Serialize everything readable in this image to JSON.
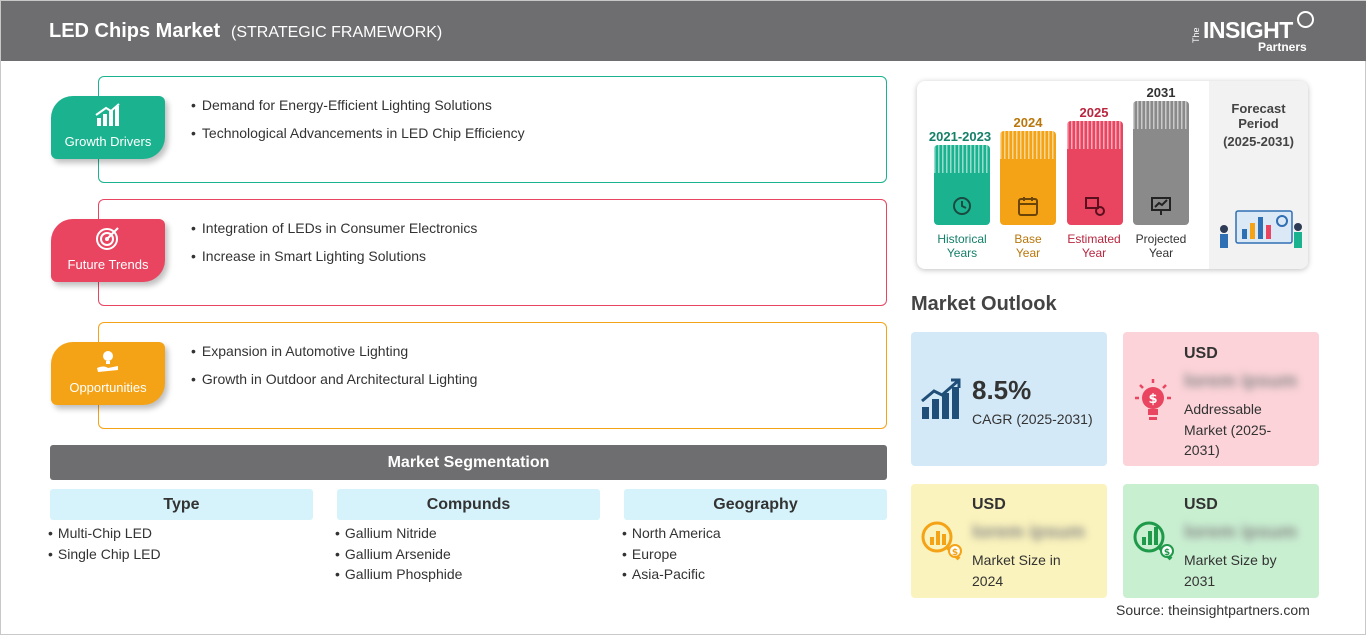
{
  "header": {
    "title": "LED Chips Market",
    "subtitle": "(STRATEGIC FRAMEWORK)",
    "logo": {
      "the": "The",
      "insight": "INSIGHT",
      "partners": "Partners"
    }
  },
  "factors": {
    "growth_drivers": {
      "label": "Growth Drivers",
      "color": "#1bb38f",
      "items": [
        "Demand for Energy-Efficient Lighting Solutions",
        "Technological Advancements in LED Chip Efficiency"
      ]
    },
    "future_trends": {
      "label": "Future Trends",
      "color": "#e94560",
      "items": [
        "Integration of LEDs in Consumer Electronics",
        "Increase in Smart Lighting Solutions"
      ]
    },
    "opportunities": {
      "label": "Opportunities",
      "color": "#f5a316",
      "items": [
        "Expansion in Automotive Lighting",
        "Growth in Outdoor and Architectural Lighting"
      ]
    }
  },
  "segmentation": {
    "title": "Market Segmentation",
    "columns": [
      {
        "header": "Type",
        "items": [
          "Multi-Chip LED",
          "Single Chip LED"
        ]
      },
      {
        "header": "Compunds",
        "items": [
          "Gallium Nitride",
          "Gallium Arsenide",
          "Gallium Phosphide"
        ]
      },
      {
        "header": "Geography",
        "items": [
          "North America",
          "Europe",
          "Asia-Pacific"
        ]
      }
    ]
  },
  "forecast": {
    "bars": [
      {
        "year": "2021-2023",
        "label1": "Historical",
        "label2": "Years",
        "color": "#1bb38f",
        "text_color": "#15806a",
        "icon": "clock-history-icon"
      },
      {
        "year": "2024",
        "label1": "Base",
        "label2": "Year",
        "color": "#f5a316",
        "text_color": "#b9770c",
        "icon": "calendar-icon"
      },
      {
        "year": "2025",
        "label1": "Estimated",
        "label2": "Year",
        "color": "#e94560",
        "text_color": "#b8263f",
        "icon": "estimate-icon"
      },
      {
        "year": "2031",
        "label1": "Projected",
        "label2": "Year",
        "color": "#8a8a8a",
        "text_color": "#333333",
        "icon": "presentation-icon"
      }
    ],
    "period_title": "Forecast Period",
    "period_range": "(2025-2031)"
  },
  "outlook": {
    "title": "Market Outlook",
    "cagr": {
      "value": "8.5%",
      "label": "CAGR (2025-2031)",
      "bg": "#d4e9f7"
    },
    "addressable": {
      "usd": "USD",
      "value": "lorem ipsum",
      "label": "Addressable Market (2025-2031)",
      "bg": "#fbd3d8"
    },
    "size_2024": {
      "usd": "USD",
      "value": "lorem ipsum",
      "label": "Market Size in 2024",
      "bg": "#fbf3bd"
    },
    "size_2031": {
      "usd": "USD",
      "value": "lorem ipsum",
      "label": "Market Size by 2031",
      "bg": "#c9efd1"
    }
  },
  "source": "Source: theinsightpartners.com"
}
